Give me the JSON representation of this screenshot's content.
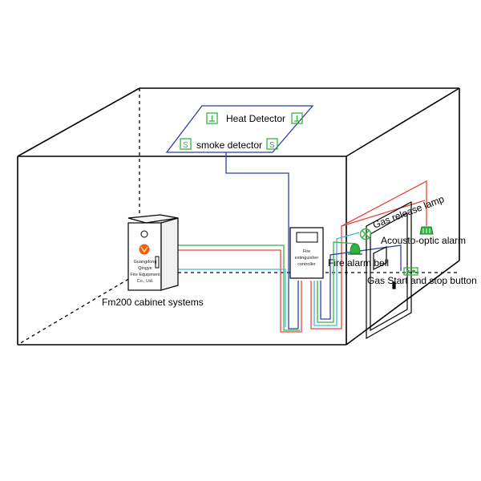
{
  "labels": {
    "heat_detector": "Heat Detector",
    "smoke_detector": "smoke detector",
    "cabinet_system": "Fm200 cabinet systems",
    "gas_release_lamp": "Gas release lamp",
    "acousto_optic_alarm": "Acousto-optic alarm",
    "fire_alarm_bell": "Fire alarm bell",
    "gas_button": "Gas Start and stop button"
  },
  "cabinet": {
    "company_line1": "Guangdong",
    "company_line2": "Qingye",
    "company_line3": "Fire Equipment",
    "company_line4": "Co., Ltd."
  },
  "controller": {
    "line1": "Fire",
    "line2": "extinguisher",
    "line3": "controller"
  },
  "colors": {
    "wire_red": "#e8473a",
    "wire_blue": "#2c3fa8",
    "wire_green": "#3cae4a",
    "wire_cyan": "#3fb6e3",
    "device_green": "#2fb53f",
    "logo_orange": "#f05a1e"
  }
}
